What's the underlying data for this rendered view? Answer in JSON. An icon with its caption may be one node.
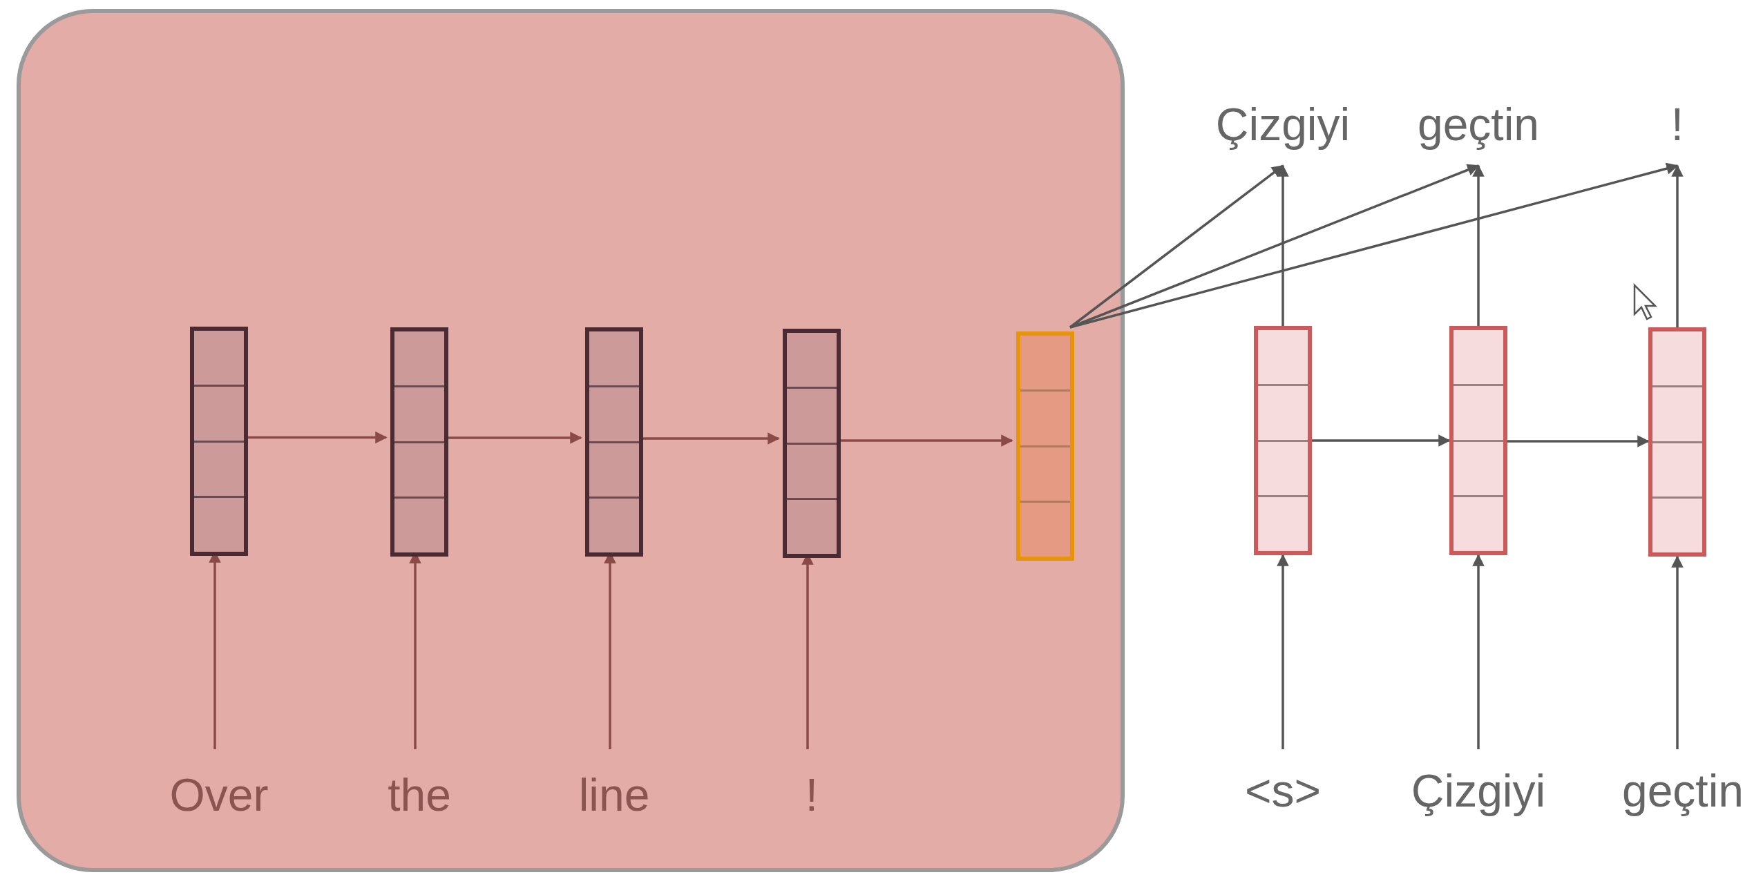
{
  "diagram": {
    "nodes": [
      {
        "text": [],
        "shape": "box"
      },
      {
        "text": [],
        "shape": "bar",
        "in": 0
      },
      {
        "text": [],
        "shape": "bar",
        "in": 0
      },
      {
        "text": [],
        "shape": "bar",
        "in": 0
      },
      {
        "text": [],
        "shape": "bar",
        "in": 0
      },
      {
        "text": [],
        "shape": "bar",
        "in": 0
      },
      {
        "text": [
          "Over"
        ],
        "in": 0
      },
      {
        "text": [
          "the"
        ],
        "in": 0
      },
      {
        "text": [
          "line"
        ],
        "in": 0
      },
      {
        "text": [
          "!"
        ],
        "in": 0
      },
      {
        "text": [
          "Çizgiyi"
        ]
      },
      {
        "text": [
          "geçtin"
        ]
      },
      {
        "text": [
          "!"
        ]
      },
      {
        "text": [],
        "shape": "bar"
      },
      {
        "text": [],
        "shape": "bar"
      },
      {
        "text": [],
        "shape": "bar"
      },
      {
        "text": [
          "<s>"
        ]
      },
      {
        "text": [
          "Çizgiyi"
        ]
      },
      {
        "text": [
          "geçtin"
        ]
      }
    ],
    "edges": [
      {
        "from": 6,
        "to": 1,
        "arrow": "to",
        "color": "#8a4b47"
      },
      {
        "from": 7,
        "to": 2,
        "arrow": "to",
        "color": "#8a4b47"
      },
      {
        "from": 8,
        "to": 3,
        "arrow": "to",
        "color": "#8a4b47"
      },
      {
        "from": 9,
        "to": 4,
        "arrow": "to",
        "color": "#8a4b47"
      },
      {
        "from": 1,
        "to": 2,
        "arrow": "to",
        "color": "#8a4b47"
      },
      {
        "from": 2,
        "to": 3,
        "arrow": "to",
        "color": "#8a4b47"
      },
      {
        "from": 3,
        "to": 4,
        "arrow": "to",
        "color": "#8a4b47"
      },
      {
        "from": 4,
        "to": 5,
        "arrow": "to",
        "color": "#8a4b47"
      },
      {
        "from": 5,
        "to": 10,
        "arrow": "to"
      },
      {
        "from": 5,
        "to": 11,
        "arrow": "to"
      },
      {
        "from": 5,
        "to": 12,
        "arrow": "to"
      },
      {
        "from": 13,
        "to": 10,
        "arrow": "to"
      },
      {
        "from": 14,
        "to": 11,
        "arrow": "to"
      },
      {
        "from": 15,
        "to": 12,
        "arrow": "to"
      },
      {
        "from": 13,
        "to": 14,
        "arrow": "to"
      },
      {
        "from": 14,
        "to": 15,
        "arrow": "to"
      },
      {
        "from": 16,
        "to": 13,
        "arrow": "to"
      },
      {
        "from": 17,
        "to": 14,
        "arrow": "to"
      },
      {
        "from": 18,
        "to": 15,
        "arrow": "to"
      }
    ]
  }
}
